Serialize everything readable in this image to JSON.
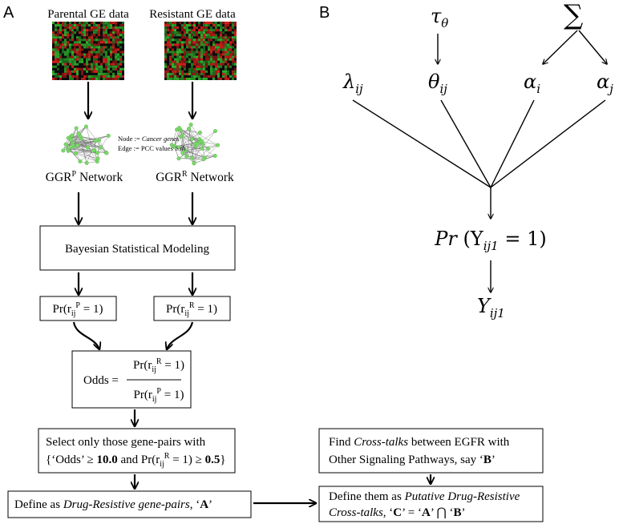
{
  "panel_a": {
    "label": "A",
    "parental_title": "Parental GE data",
    "resistant_title": "Resistant GE data",
    "legend_node_key": "Node :=",
    "legend_node_val": "Cancer genes",
    "legend_edge_key": "Edge := PCC values ≥",
    "legend_edge_val": "th",
    "ggr": "GGR",
    "sup_p": "P",
    "sup_r": "R",
    "network_word": " Network",
    "bayes_box": "Bayesian Statistical Modeling",
    "pr_open": "Pr(r",
    "ij": "ij",
    "pr_close": " = 1)",
    "odds_label": "Odds =",
    "select_line1": "Select only those gene-pairs with",
    "select_line2_a": "{‘Odds’ ≥ ",
    "select_line2_b": "10.0",
    "select_line2_c": " and Pr(r",
    "select_line2_d": " = 1) ≥ ",
    "select_line2_e": "0.5",
    "select_line2_f": "}",
    "define_a_1": "Define as ",
    "define_a_2": "Drug-Resistive gene-pairs",
    "define_a_3": ", ‘",
    "define_a_4": "A",
    "define_a_5": "’",
    "find_1": "Find ",
    "find_2": "Cross-talks",
    "find_3": " between EGFR with",
    "find_4": "Other Signaling Pathways, say ‘",
    "find_5": "B",
    "find_6": "’",
    "define_c_1": "Define them as ",
    "define_c_2": "Putative Drug-Resistive",
    "define_c_3": "Cross-talks",
    "define_c_4": ", ‘",
    "define_c_5": "C",
    "define_c_6": "’ = ‘",
    "define_c_7": "A",
    "define_c_8": "’ ⋂ ‘",
    "define_c_9": "B",
    "define_c_10": "’"
  },
  "panel_b": {
    "label": "B",
    "tau": "τ",
    "tau_sub": "θ",
    "sigma": "∑",
    "lambda": "λ",
    "theta": "θ",
    "alpha": "α",
    "sub_ij": "ij",
    "sub_i": "i",
    "sub_j": "j",
    "pr_expr_1": "Pr",
    "pr_expr_2": " (Y",
    "pr_expr_sub": "ij1",
    "pr_expr_3": " = 1)",
    "y": "Y",
    "y_sub": "ij1"
  },
  "colors": {
    "heatmap_red": "#d8201a",
    "heatmap_green": "#2fb52c",
    "heatmap_bg": "#0b0b0b",
    "network_node": "#7bd86a",
    "network_edge": "#6d6d6d"
  }
}
